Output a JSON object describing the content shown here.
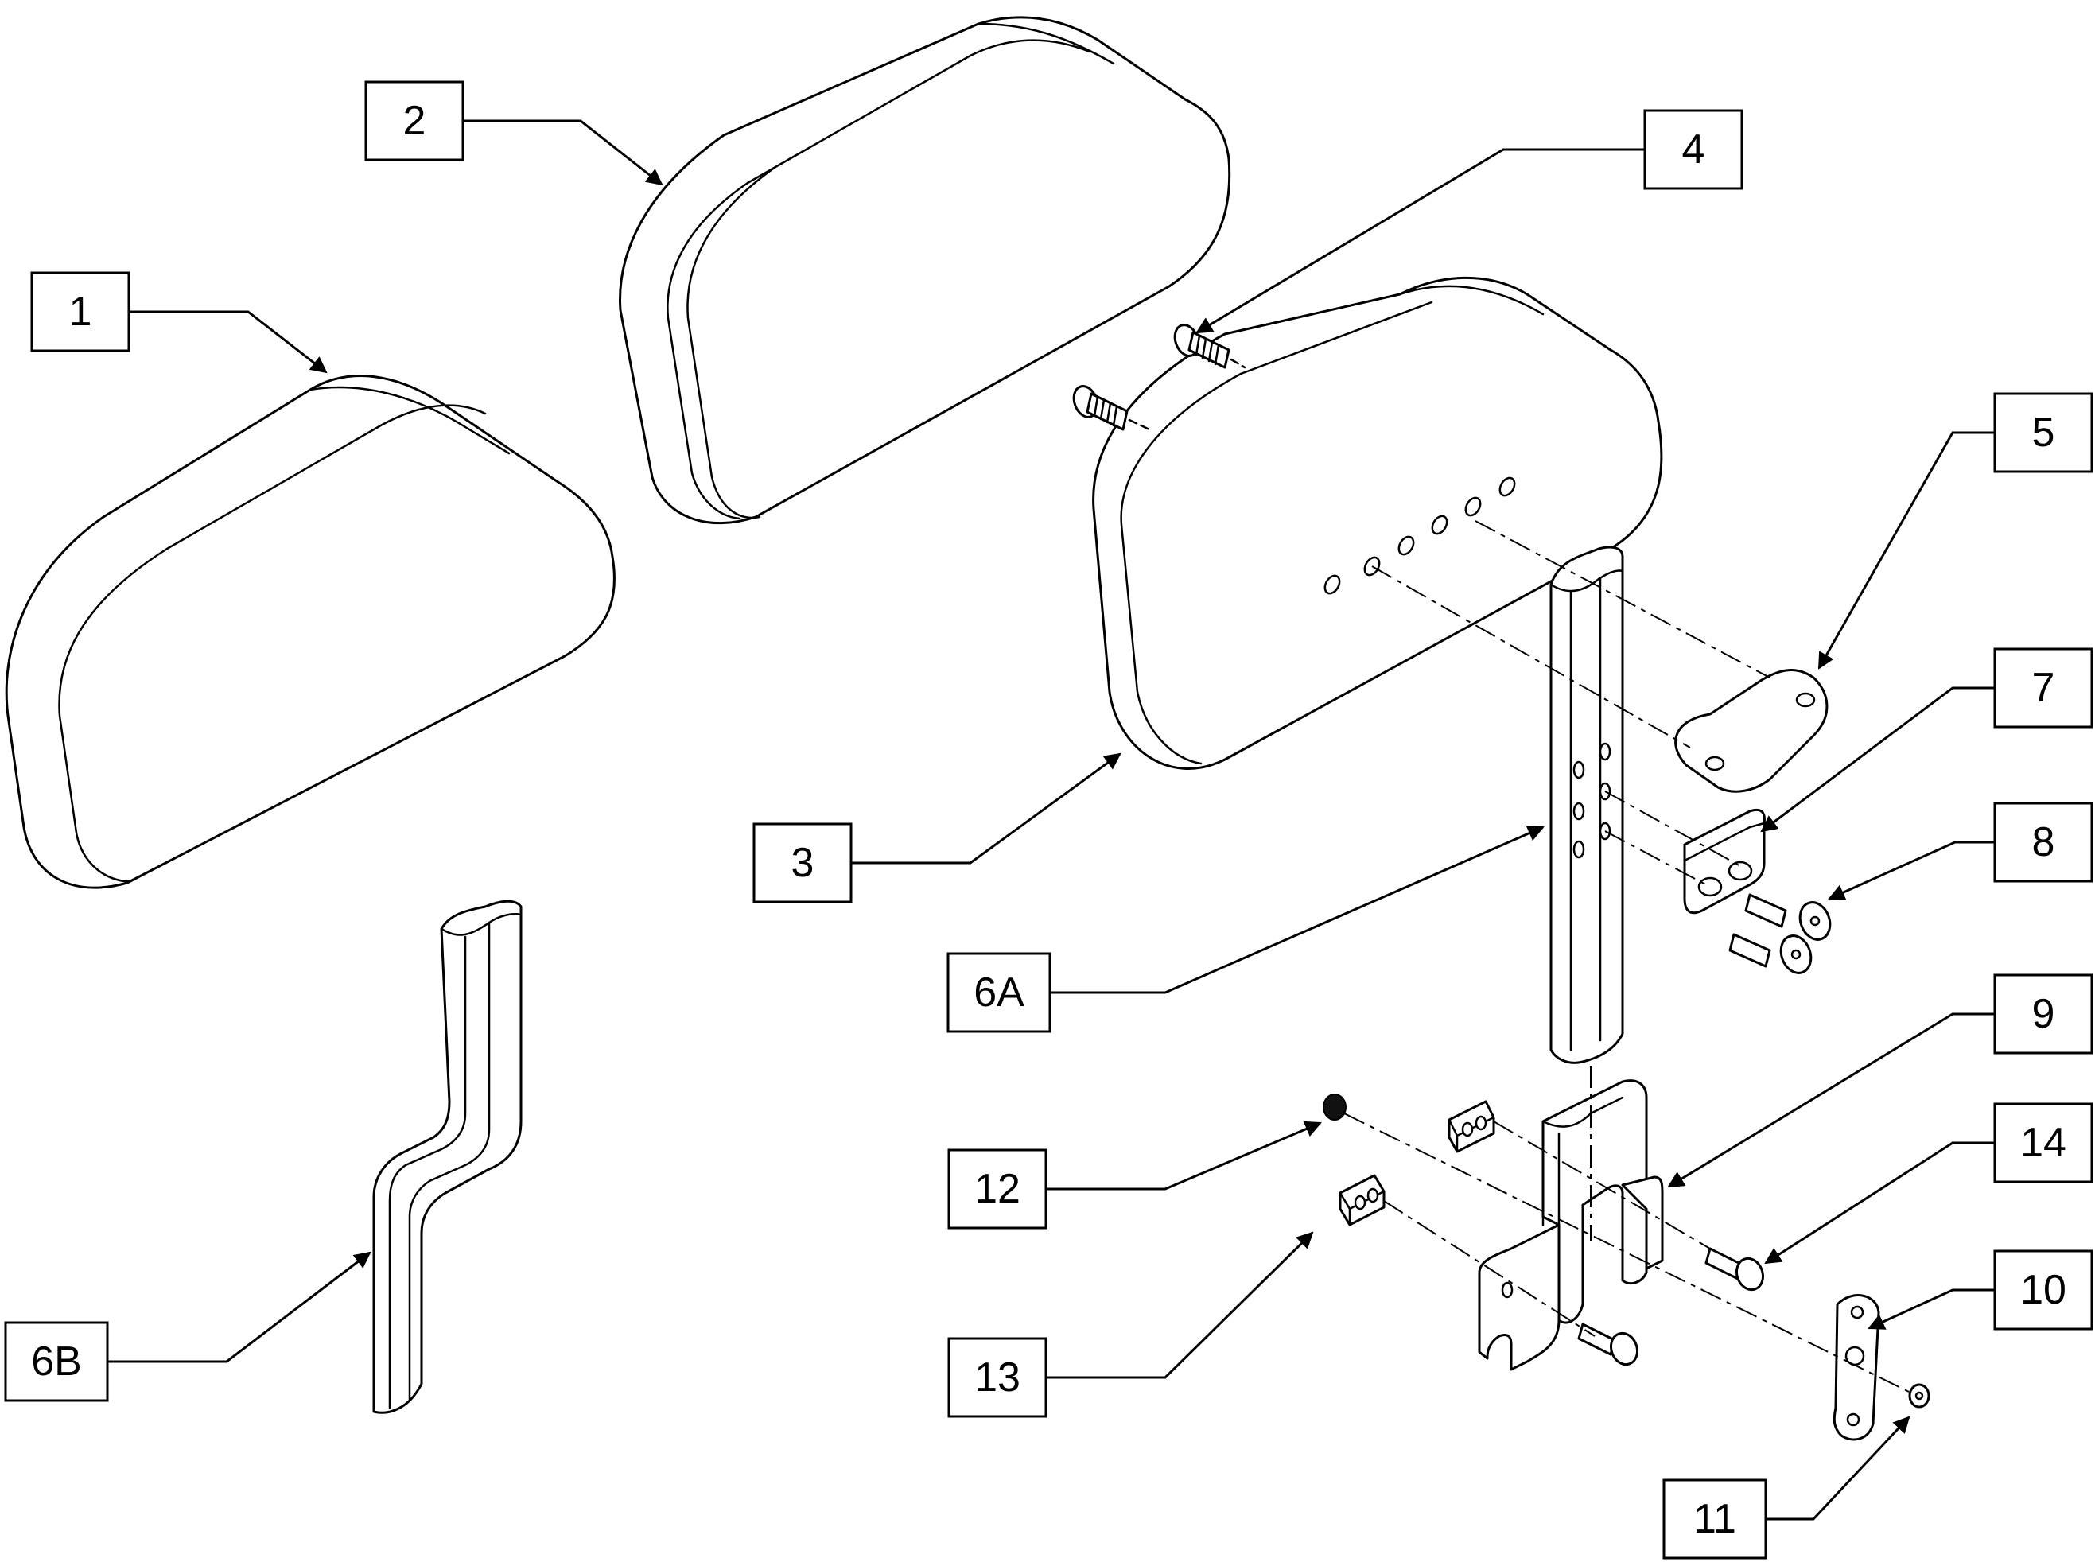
{
  "diagram": {
    "callouts": [
      {
        "id": "c1",
        "label": "1"
      },
      {
        "id": "c2",
        "label": "2"
      },
      {
        "id": "c3",
        "label": "3"
      },
      {
        "id": "c4",
        "label": "4"
      },
      {
        "id": "c5",
        "label": "5"
      },
      {
        "id": "c6a",
        "label": "6A"
      },
      {
        "id": "c6b",
        "label": "6B"
      },
      {
        "id": "c7",
        "label": "7"
      },
      {
        "id": "c8",
        "label": "8"
      },
      {
        "id": "c9",
        "label": "9"
      },
      {
        "id": "c10",
        "label": "10"
      },
      {
        "id": "c11",
        "label": "11"
      },
      {
        "id": "c12",
        "label": "12"
      },
      {
        "id": "c13",
        "label": "13"
      },
      {
        "id": "c14",
        "label": "14"
      }
    ]
  }
}
